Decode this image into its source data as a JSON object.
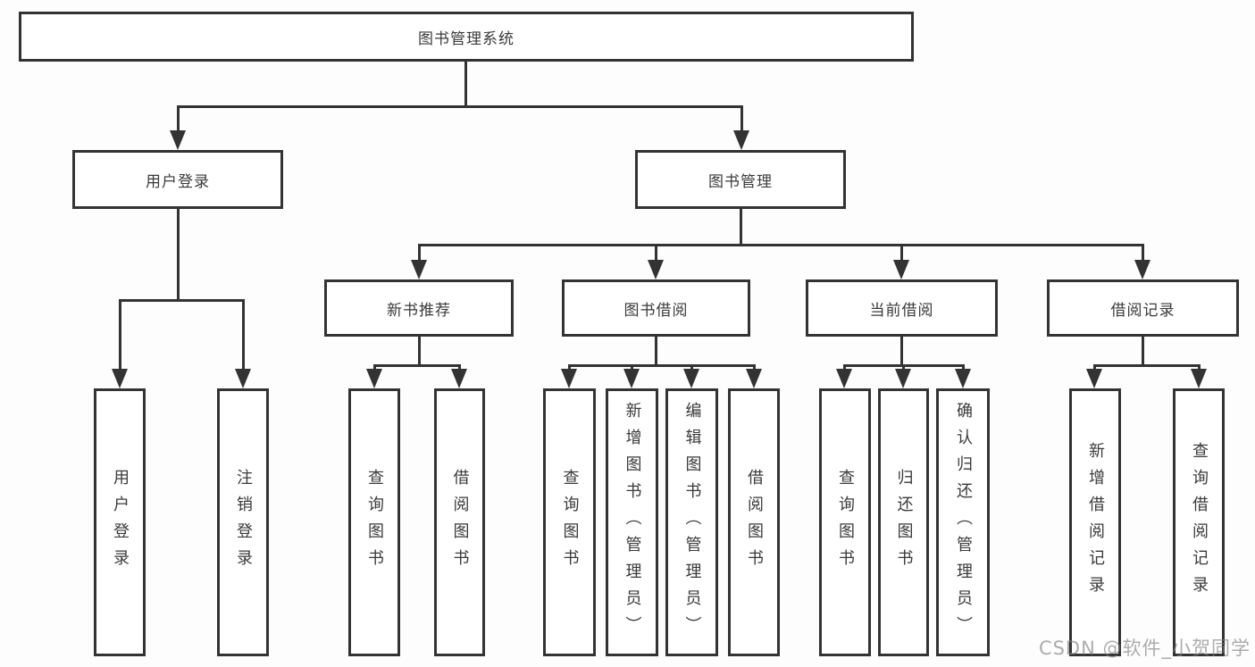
{
  "diagram": {
    "title": "图书管理系统",
    "level2": {
      "user_login": "用户登录",
      "book_management": "图书管理"
    },
    "level3": {
      "new_book_recommend": "新书推荐",
      "book_borrowing": "图书借阅",
      "current_borrowing": "当前借阅",
      "borrowing_records": "借阅记录"
    },
    "leaves": {
      "login_user_login": "用户登录",
      "login_logout": "注销登录",
      "recommend_query_books": "查询图书",
      "recommend_borrow_books": "借阅图书",
      "borrowing_query_books": "查询图书",
      "borrowing_add_books": "新增图书（管理员）",
      "borrowing_edit_books": "编辑图书（管理员）",
      "borrowing_borrow_books": "借阅图书",
      "current_query_books": "查询图书",
      "current_return_books": "归还图书",
      "current_confirm_return": "确认归还（管理员）",
      "records_add_record": "新增借阅记录",
      "records_query_record": "查询借阅记录"
    }
  },
  "watermark": "CSDN @软件_小贺同学",
  "colors": {
    "line": "#333333",
    "box_border": "#333333",
    "box_fill": "#ffffff",
    "text": "#3a3a3a",
    "watermark": "#a6a6a6",
    "background": "#fdfdfd"
  }
}
